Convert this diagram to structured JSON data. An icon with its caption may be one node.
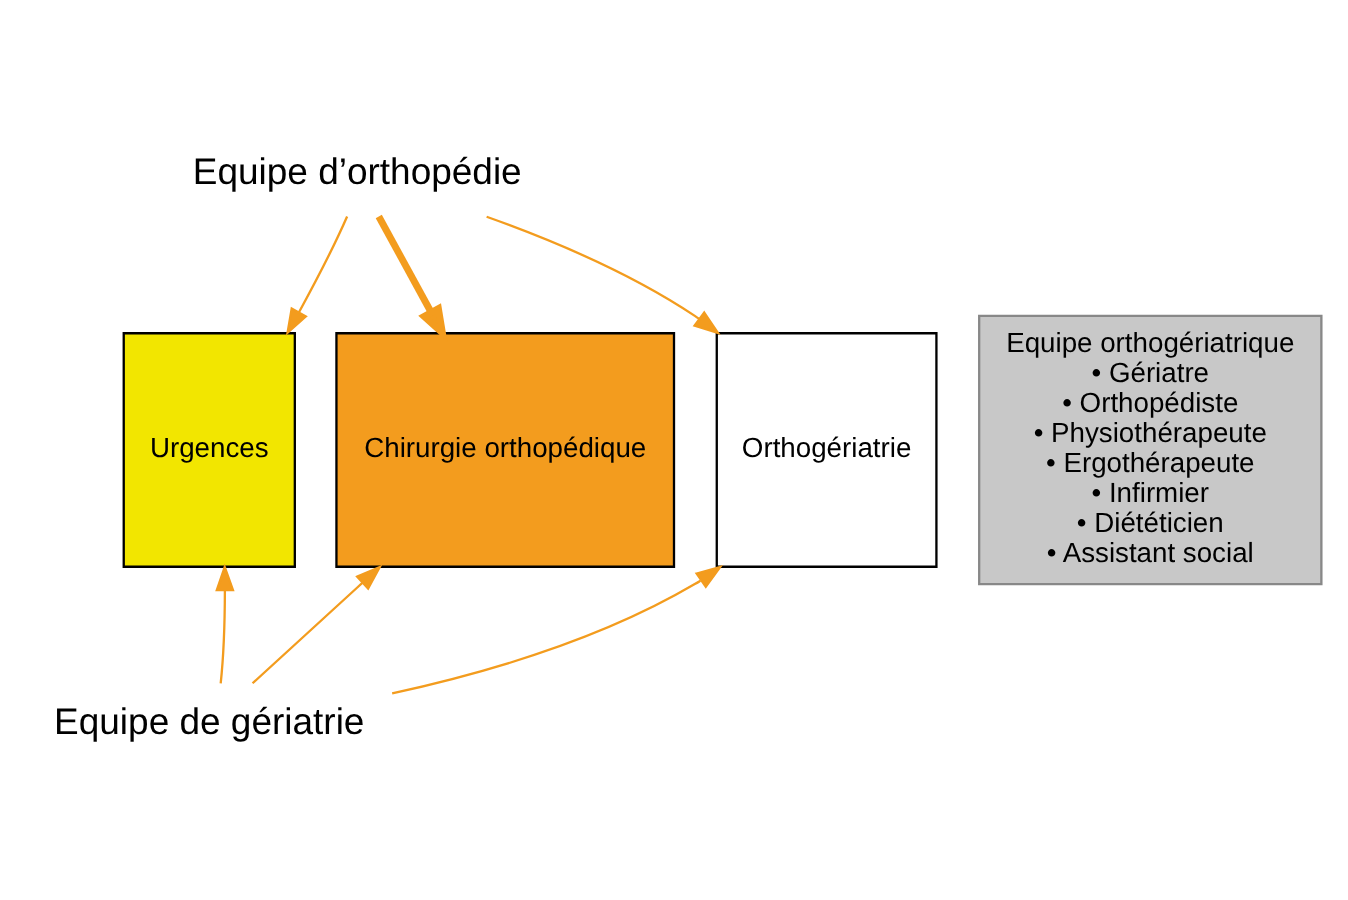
{
  "diagram": {
    "nodes": [
      {
        "text": [
          "Equipe d’orthopédie"
        ]
      },
      {
        "text": [
          "Urgences"
        ]
      },
      {
        "text": [
          "Chirurgie orthopédique"
        ]
      },
      {
        "text": [
          "Orthogériatrie"
        ]
      },
      {
        "text": [
          "Equipe orthogériatrique",
          "• Gériatre",
          "• Orthopédiste",
          "• Physiothérapeute",
          "• Ergothérapeute",
          "• Infirmier",
          "• Diététicien",
          "• Assistant social"
        ]
      },
      {
        "text": [
          "Equipe de gériatrie"
        ]
      }
    ],
    "edges": [
      {
        "from": 0,
        "to": 1,
        "arrow": "to"
      },
      {
        "from": 0,
        "to": 2,
        "arrow": "to",
        "style": "thick"
      },
      {
        "from": 0,
        "to": 3,
        "arrow": "to"
      },
      {
        "from": 5,
        "to": 1,
        "arrow": "to"
      },
      {
        "from": 5,
        "to": 2,
        "arrow": "to"
      },
      {
        "from": 5,
        "to": 3,
        "arrow": "to"
      }
    ]
  }
}
